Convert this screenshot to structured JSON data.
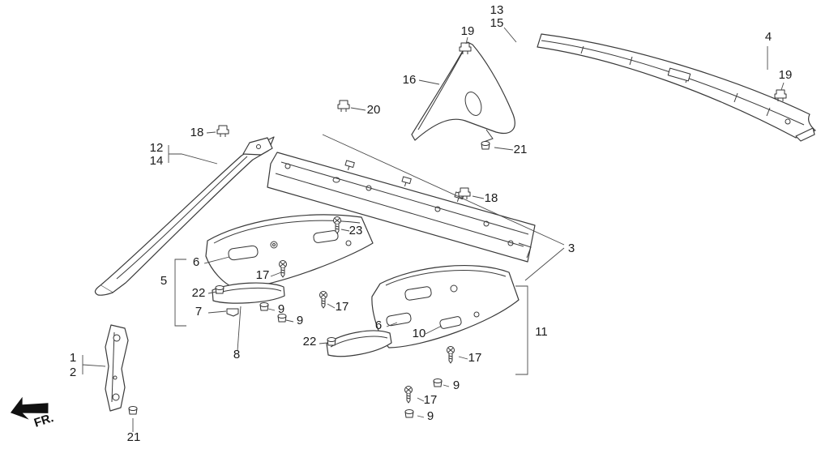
{
  "figure": {
    "kind": "exploded-parts-diagram",
    "background_color": "#ffffff",
    "line_color": "#3a3a3a",
    "label_color": "#1a1a1a"
  },
  "direction": {
    "label": "FR."
  },
  "callouts": [
    {
      "text": "13"
    },
    {
      "text": "15"
    },
    {
      "text": "19"
    },
    {
      "text": "4"
    },
    {
      "text": "19"
    },
    {
      "text": "16"
    },
    {
      "text": "20"
    },
    {
      "text": "18"
    },
    {
      "text": "12"
    },
    {
      "text": "14"
    },
    {
      "text": "21"
    },
    {
      "text": "18"
    },
    {
      "text": "3"
    },
    {
      "text": "23"
    },
    {
      "text": "6"
    },
    {
      "text": "5"
    },
    {
      "text": "17"
    },
    {
      "text": "22"
    },
    {
      "text": "7"
    },
    {
      "text": "9"
    },
    {
      "text": "17"
    },
    {
      "text": "9"
    },
    {
      "text": "8"
    },
    {
      "text": "6"
    },
    {
      "text": "10"
    },
    {
      "text": "22"
    },
    {
      "text": "11"
    },
    {
      "text": "17"
    },
    {
      "text": "9"
    },
    {
      "text": "17"
    },
    {
      "text": "9"
    },
    {
      "text": "1"
    },
    {
      "text": "2"
    },
    {
      "text": "21"
    }
  ]
}
